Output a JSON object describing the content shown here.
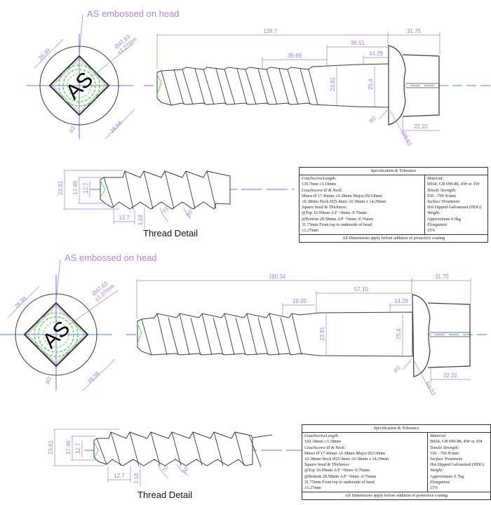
{
  "colors": {
    "outline": "#3a3a3a",
    "centerline": "#5a78d8",
    "dimension": "#a07fd6",
    "callout": "#b07fe0",
    "thread_dash": "#55d455",
    "embossed_text": "#000000"
  },
  "drawings": [
    {
      "head_view": {
        "callout": "AS embossed on head",
        "embossed_text": "AS",
        "dims": {
          "top_af": "26.99",
          "diameter": "Ø47.63",
          "diameter_tol": "±1.27mm",
          "bottom_af": "28.58",
          "radius": "R2"
        }
      },
      "side_view": {
        "dims": {
          "overall_length": "139.7",
          "head_height": "31.75",
          "neck_length": "36.51",
          "thread_runout": "39.69",
          "fillet_length": "14.29",
          "major_dia": "23.81",
          "neck_dia": "25.4",
          "head_top": "22.22",
          "fillet_radius": "R2",
          "head_radius": "R9.53"
        }
      },
      "thread_detail": {
        "caption": "Thread Detail",
        "dims": {
          "major": "23.81",
          "minor": "17.46",
          "tip": "12.7",
          "pitch": "12.7",
          "depth": "3.18",
          "angle_a": "70°",
          "angle_b": "30°"
        }
      },
      "spec_table": {
        "title": "Specification & Tolerance",
        "left": [
          {
            "label": "CoachscrewLength:",
            "lines": [
              "139.7mm ±3.18mm"
            ]
          },
          {
            "label": "Coachscrew Ø & Neck:",
            "lines": [
              "Minor Ø 17.46mm ±0.38mm Major Ø23.8mm",
              "±0.38mm Neck Ø25.4mm ±0.38mm x 14.29mm"
            ]
          },
          {
            "label": "Square head & Thickness:",
            "lines": [
              "@Top 16.99mm A/F +0mm -0.76mm",
              "@Bottom 28.58mm A/F +0mm -0.76mm",
              "31.75mm From top to underside of head",
              "±1.27mm"
            ]
          }
        ],
        "right": [
          {
            "label": "Material:",
            "lines": [
              "BS64, GB 699-88, 45# or 35#"
            ]
          },
          {
            "label": "Tensile Strength:",
            "lines": [
              "550 - 700 N/mm"
            ]
          },
          {
            "label": "Surface Treatment:",
            "lines": [
              "Hot Dipped Galvanised (HDG)"
            ]
          },
          {
            "label": "Weight:",
            "lines": [
              "Approximate 0.6kg"
            ]
          },
          {
            "label": "Elongation:",
            "lines": [
              "15%"
            ]
          }
        ],
        "footer": "All Dimensions apply before addition of protective coating"
      }
    },
    {
      "head_view": {
        "callout": "AS embossed on head",
        "embossed_text": "AS",
        "dims": {
          "top_af": "26.99",
          "diameter": "Ø47.63",
          "diameter_tol": "±1.27mm",
          "bottom_af": "28.58",
          "radius": "R2"
        }
      },
      "side_view": {
        "dims": {
          "overall_length": "160.34",
          "head_height": "31.75",
          "neck_length": "57.15",
          "thread_runout": "19.05",
          "fillet_length": "14.29",
          "major_dia": "23.81",
          "neck_dia": "25.4",
          "head_top": "22.22",
          "fillet_radius": "R2",
          "head_radius": "R9.53"
        }
      },
      "thread_detail": {
        "caption": "Thread Detail",
        "dims": {
          "major": "23.81",
          "minor": "17.46",
          "tip": "12.7",
          "pitch": "12.7",
          "depth": "3.18",
          "angle_a": "70°",
          "angle_b": "30°"
        }
      },
      "spec_table": {
        "title": "Specification & Tolerance",
        "left": [
          {
            "label": "CoachscrewLength:",
            "lines": [
              "160.34mm ±3.18mm"
            ]
          },
          {
            "label": "Coachscrew Ø & Neck:",
            "lines": [
              "Minor Ø 17.46mm ±0.38mm Major Ø23.8mm",
              "±0.38mm Neck Ø25.4mm ±0.38mm x 14.29mm"
            ]
          },
          {
            "label": "Square head & Thickness:",
            "lines": [
              "@Top 16.99mm A/F +0mm -0.76mm",
              "@Bottom 28.58mm A/F +0mm -0.76mm",
              "31.75mm From top to underside of head",
              "±1.27mm"
            ]
          }
        ],
        "right": [
          {
            "label": "Material:",
            "lines": [
              "BS64, GB 699-88, 45# or 35#"
            ]
          },
          {
            "label": "Tensile Strength:",
            "lines": [
              "550 - 700 N/mm"
            ]
          },
          {
            "label": "Surface Treatment:",
            "lines": [
              "Hot Dipped Galvanised (HDG)"
            ]
          },
          {
            "label": "Weight:",
            "lines": [
              "Approximate 0.7kg"
            ]
          },
          {
            "label": "Elongation:",
            "lines": [
              "15%"
            ]
          }
        ],
        "footer": "All Dimensions apply before addition of protective coating"
      }
    }
  ]
}
